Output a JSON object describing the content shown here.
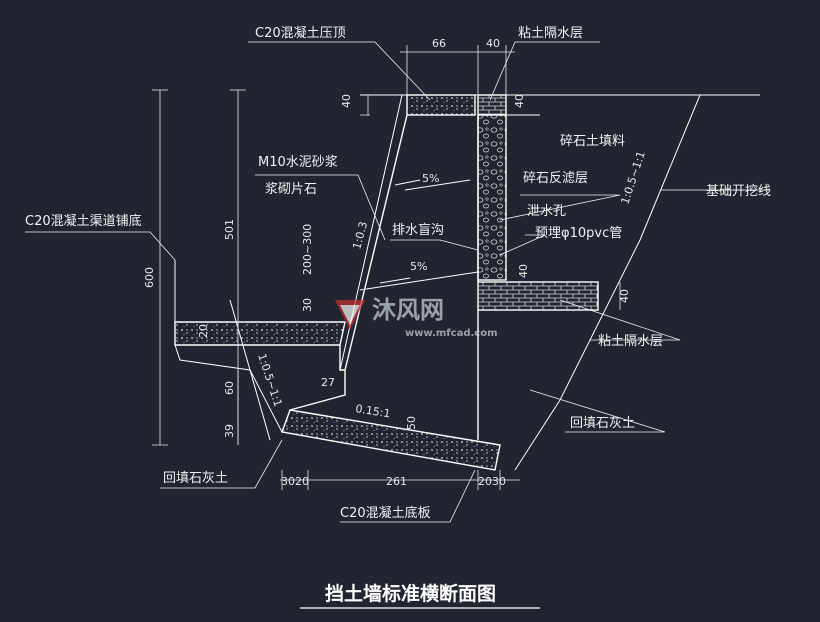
{
  "title": "挡土墙标准横断面图",
  "labels": {
    "coping": "C20混凝土压顶",
    "clay_top": "粘土隔水层",
    "gravel_fill": "碎石土填料",
    "mortar": "M10水泥砂浆",
    "rubble": "浆砌片石",
    "filter": "碎石反滤层",
    "excavation": "基础开挖线",
    "channel": "C20混凝土渠道铺底",
    "drain": "排水盲沟",
    "weep_hole": "泄水孔",
    "pipe": "预埋φ10pvc管",
    "clay_right": "粘土隔水层",
    "backfill_right": "回填石灰土",
    "backfill_left": "回填石灰土",
    "base_slab": "C20混凝土底板"
  },
  "dimensions": {
    "top_66": "66",
    "top_40": "40",
    "coping_40": "40",
    "wall_40": "40",
    "height_600": "600",
    "height_501": "501",
    "range_200_300": "200~300",
    "d30": "30",
    "d60": "60",
    "d39": "39",
    "d20": "20",
    "d27": "27",
    "d50": "50",
    "base_261": "261",
    "bottom_3020": "3020",
    "bottom_2030": "2030",
    "right_40": "40",
    "right_40b": "40"
  },
  "slopes": {
    "wall_batter": "1:0.3",
    "slope_left": "1:0.5~1:1",
    "slope_right": "1:0.5~1:1",
    "base_slope": "0.15:1",
    "grade_upper": "5%",
    "grade_lower": "5%"
  },
  "watermark": {
    "brand": "沐风网",
    "url": "www.mfcad.com"
  },
  "colors": {
    "background": "#222530",
    "line": "#ffffff",
    "text": "#f2f2f2"
  }
}
